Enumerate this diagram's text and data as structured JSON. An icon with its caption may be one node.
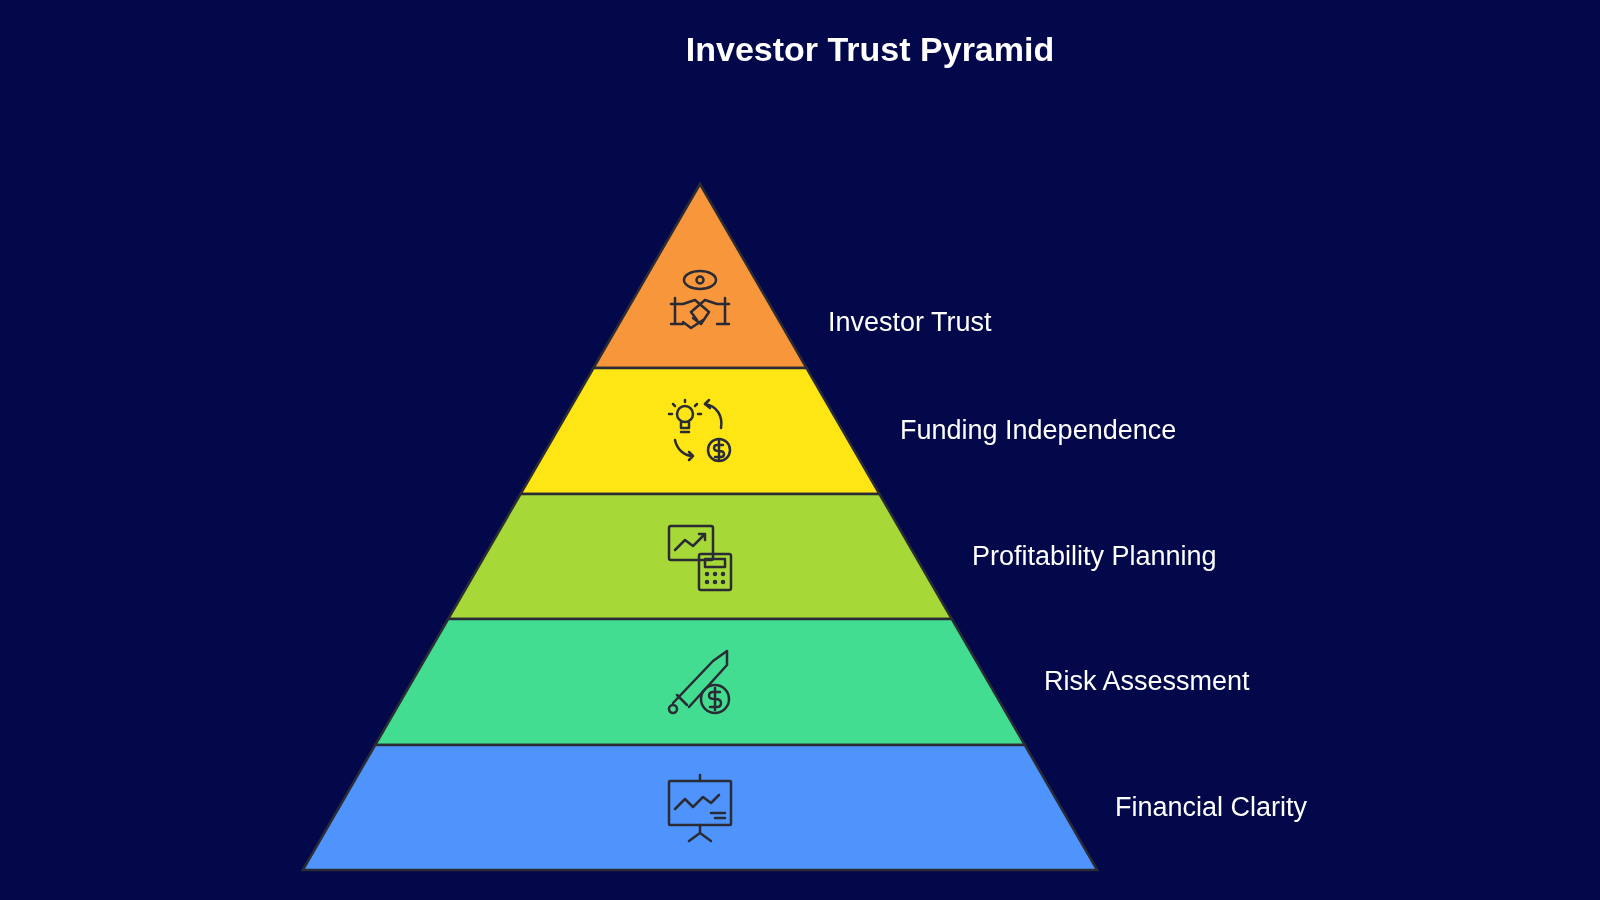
{
  "diagram": {
    "title": "Investor Trust Pyramid",
    "nodes": [
      {
        "text": [
          "Investor Trust"
        ]
      },
      {
        "text": [
          "Funding Independence"
        ]
      },
      {
        "text": [
          "Profitability Planning"
        ]
      },
      {
        "text": [
          "Risk Assessment"
        ]
      },
      {
        "text": [
          "Financial Clarity"
        ]
      }
    ]
  }
}
